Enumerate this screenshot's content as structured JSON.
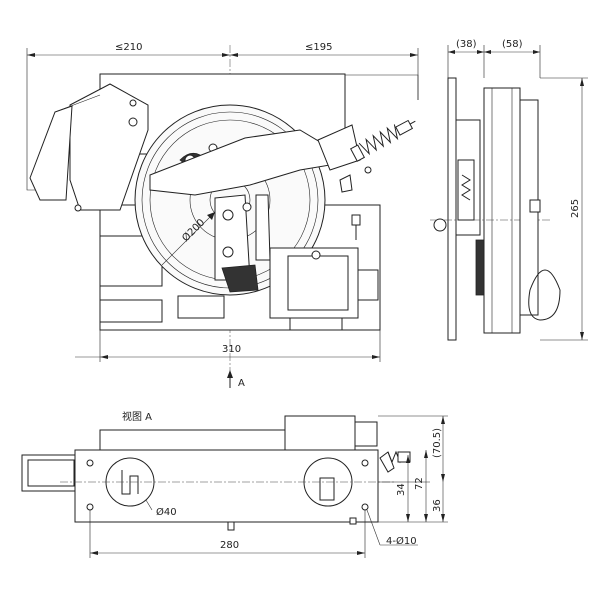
{
  "front_view": {
    "dim_left_width": "≤210",
    "dim_right_width": "≤195",
    "dim_total_width": "310",
    "dim_wheel_diameter": "Ø200",
    "view_arrow_label": "A"
  },
  "side_view": {
    "dim_top_left": "(38)",
    "dim_top_right": "(58)",
    "dim_height": "265"
  },
  "bottom_view": {
    "title": "视图 A",
    "dim_hole_diameter": "Ø40",
    "dim_hole_spacing": "280",
    "dim_upper_height": "(70.5)",
    "dim_mid_a": "34",
    "dim_mid_b": "72",
    "dim_bottom": "36",
    "dim_mount_holes": "4-Ø10"
  }
}
